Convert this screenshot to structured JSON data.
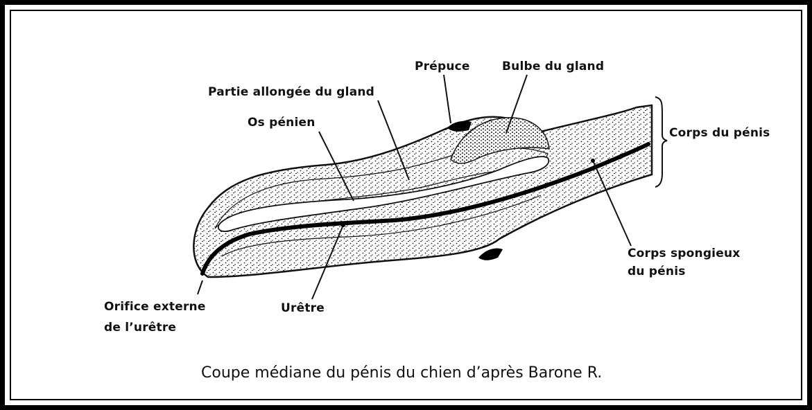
{
  "labels": {
    "prepuce": "Prépuce",
    "bulbe": "Bulbe du gland",
    "partie_allongee": "Partie allongée du gland",
    "os_penien": "Os pénien",
    "corps_penis": "Corps du pénis",
    "corps_spongieux_1": "Corps spongieux",
    "corps_spongieux_2": "du pénis",
    "orifice_1": "Orifice externe",
    "orifice_2": "de l’urêtre",
    "uretre": "Urêtre"
  },
  "caption": "Coupe médiane du pénis du chien d’après Barone R."
}
